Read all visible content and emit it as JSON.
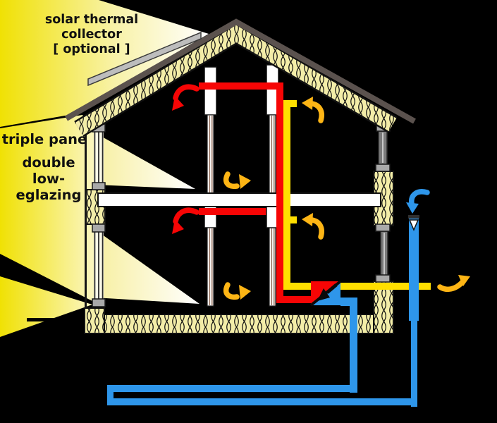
{
  "scene": {
    "labels": {
      "solar_collector": [
        "solar thermal",
        "collector",
        "[ optional ]"
      ],
      "glazing": [
        "triple pane",
        "double",
        "low-eglazing"
      ]
    },
    "colors": {
      "background": "#000000",
      "sunlight": "#f0e104",
      "insulation": "#f3eda8",
      "roof": "#5b524e",
      "collector": "#bdbdbd",
      "wall_white": "#ffffff",
      "frame_gray": "#a9a9a9",
      "window_bar_gray": "#7a7a7a",
      "stud_line_brown": "#9b7a69",
      "warm_pipe_red": "#f70505",
      "exhaust_pipe_yellow": "#ffdf00",
      "fresh_pipe_blue": "#2e96ea",
      "air_arrow_orange": "#fdb515",
      "exchanger_arrow_black": "#0a0a0a"
    }
  }
}
